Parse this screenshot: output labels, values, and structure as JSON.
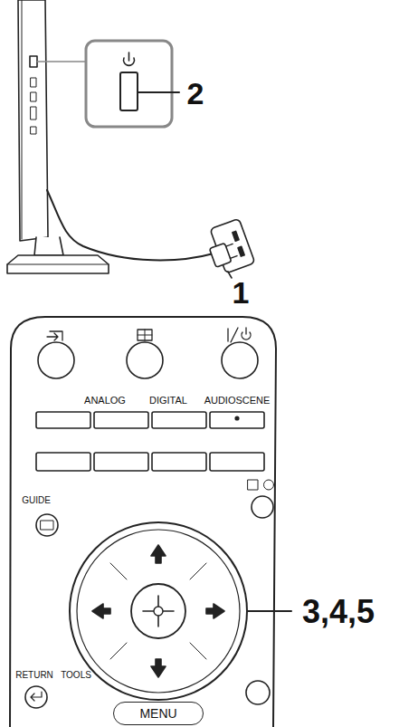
{
  "diagram": {
    "nodes": [
      {
        "text": [
          "MENU"
        ]
      }
    ],
    "labels": [
      "2",
      "1",
      "ANALOG",
      "DIGITAL",
      "AUDIOSCENE",
      "GUIDE",
      "RETURN",
      "TOOLS",
      "3,4,5"
    ]
  }
}
